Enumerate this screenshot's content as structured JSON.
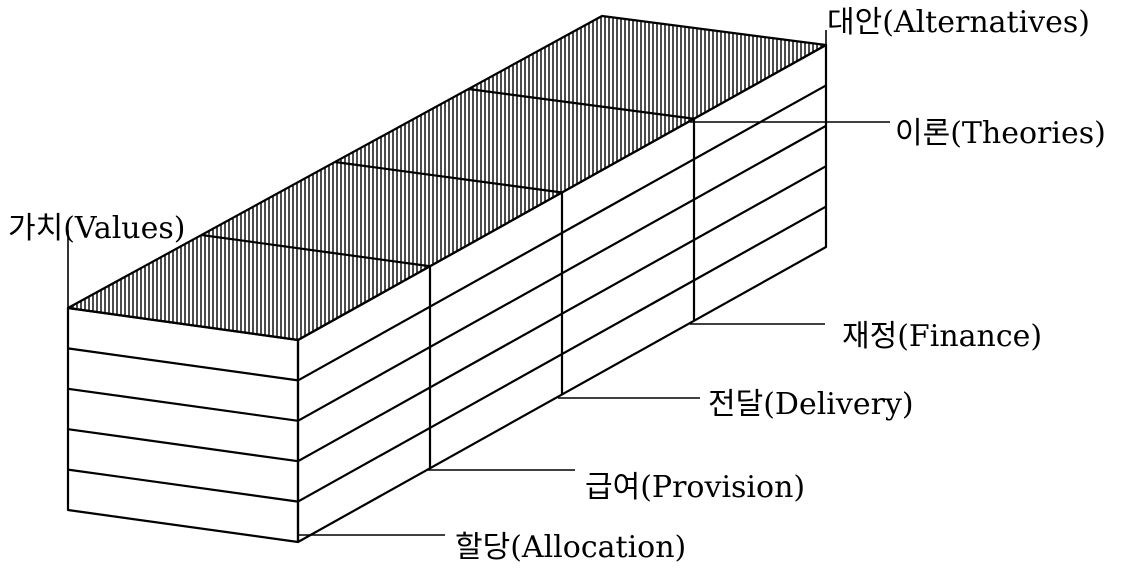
{
  "labels": {
    "alternatives": "대안(Alternatives)",
    "theories": "이론(Theories)",
    "values": "가치(Values)",
    "finance": "재정(Finance)",
    "delivery": "전달(Delivery)",
    "provision": "급여(Provision)",
    "allocation": "할당(Allocation)"
  },
  "structure": {
    "horizontal_layers": 5,
    "vertical_sections": 4,
    "top_face": "hatched"
  },
  "colors": {
    "line": "#000000",
    "background": "#ffffff"
  }
}
